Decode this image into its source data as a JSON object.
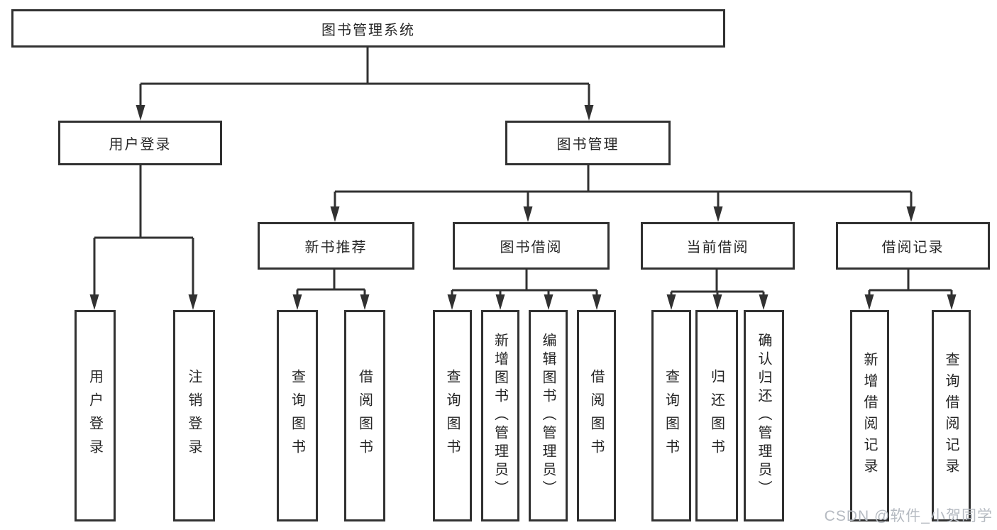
{
  "tree": {
    "root": {
      "label": "图书管理系统"
    },
    "user_login": {
      "label": "用户登录",
      "children": [
        {
          "label": "用户登录"
        },
        {
          "label": "注销登录"
        }
      ]
    },
    "book_mgmt": {
      "label": "图书管理",
      "sections": [
        {
          "label": "新书推荐",
          "children": [
            {
              "label": "查询图书"
            },
            {
              "label": "借阅图书"
            }
          ]
        },
        {
          "label": "图书借阅",
          "children": [
            {
              "label": "查询图书"
            },
            {
              "label": "新增图书（管理员）"
            },
            {
              "label": "编辑图书（管理员）"
            },
            {
              "label": "借阅图书"
            }
          ]
        },
        {
          "label": "当前借阅",
          "children": [
            {
              "label": "查询图书"
            },
            {
              "label": "归还图书"
            },
            {
              "label": "确认归还（管理员）"
            }
          ]
        },
        {
          "label": "借阅记录",
          "children": [
            {
              "label": "新增借阅记录"
            },
            {
              "label": "查询借阅记录"
            }
          ]
        }
      ]
    }
  },
  "watermark": {
    "text": "CSDN @软件_小贺同学"
  },
  "colors": {
    "line": "#313131",
    "box_border": "#313131",
    "text": "#262626",
    "watermark": "#b5bac1",
    "background": "#ffffff"
  }
}
